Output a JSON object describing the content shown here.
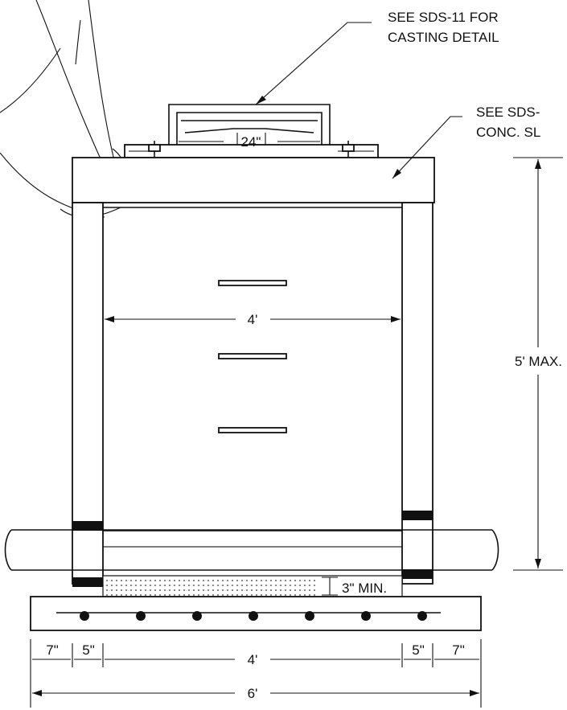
{
  "notes": {
    "casting_line1": "SEE SDS-11 FOR",
    "casting_line2": "CASTING DETAIL",
    "slab_line1": "SEE SDS-",
    "slab_line2": "CONC. SL"
  },
  "dimensions": {
    "opening": "24\"",
    "inside_width_top": "4'",
    "max_depth": "5' MAX.",
    "min_gravel": "3\" MIN.",
    "left_footing_ext": "7\"",
    "left_wall": "5\"",
    "base_inside": "4'",
    "right_wall": "5\"",
    "right_footing_ext": "7\"",
    "overall_width": "6'"
  },
  "rebar": {
    "count": 7
  }
}
